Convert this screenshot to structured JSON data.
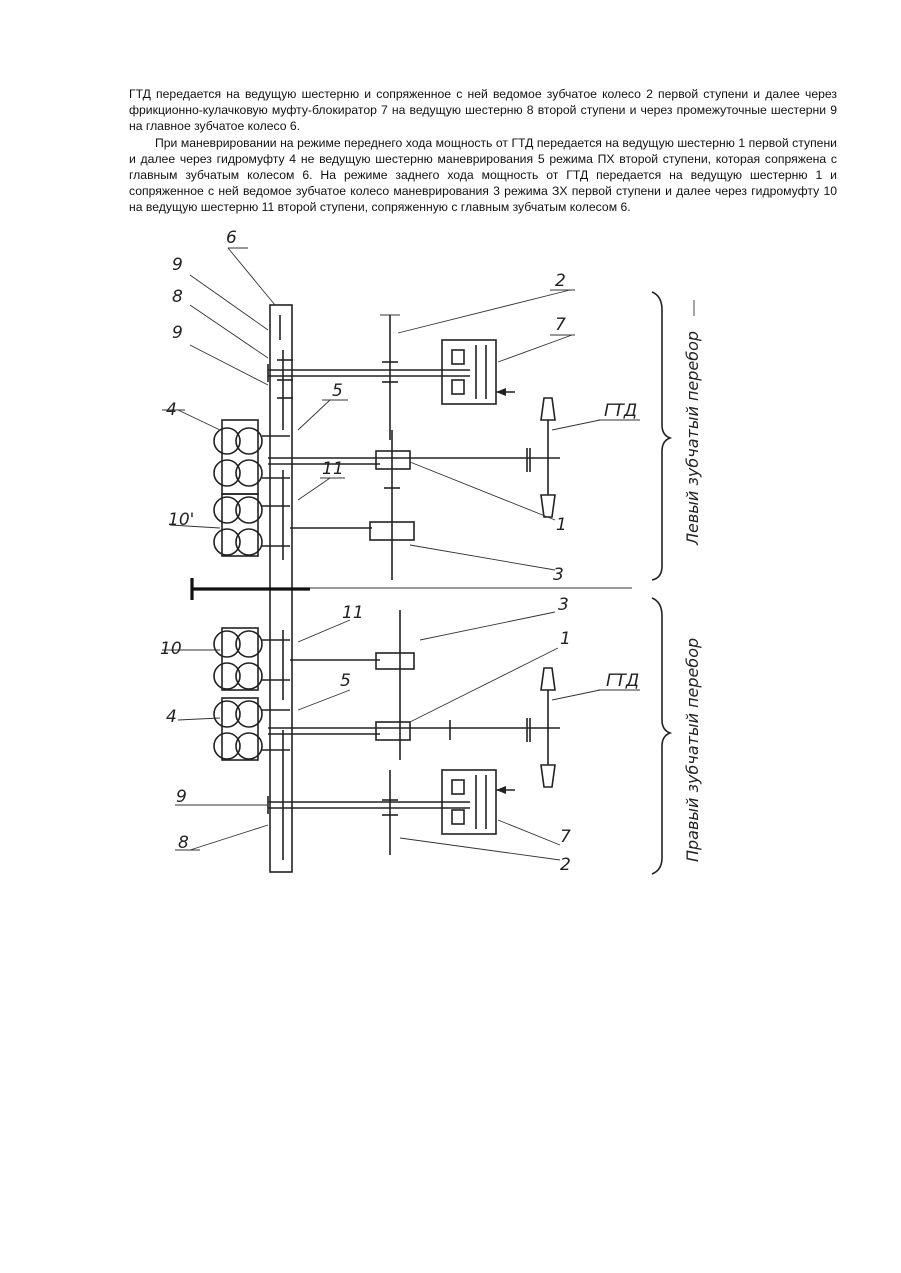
{
  "document": {
    "paragraphs": [
      "ГТД передается на ведущую шестерню и сопряженное с ней ведомое зубчатое колесо 2 первой ступени и далее через фрикционно-кулачковую муфту-блокиратор 7 на ведущую шестерню 8 второй ступени и через промежуточные шестерни 9 на главное зубчатое колесо 6.",
      "При маневрировании на режиме переднего хода мощность от ГТД передается на ведущую шестерню 1 первой ступени и далее через гидромуфту 4 не ведущую шестерню маневрирования 5 режима ПХ второй ступени, которая сопряжена с главным зубчатым колесом 6. На режиме заднего хода мощность от ГТД передается на ведущую шестерню 1 и сопряженное с ней ведомое зубчатое колесо маневрирования 3 режима ЗХ первой ступени и далее через гидромуфту 10 на ведущую шестерню 11 второй ступени, сопряженную с главным зубчатым колесом 6."
    ]
  },
  "diagram": {
    "left_caption": "Левый зубчатый перебор",
    "right_caption": "Правый зубчатый перебор",
    "labels": {
      "n6": "6",
      "n9_top": "9",
      "n8_top": "8",
      "n9_mid": "9",
      "n4_top": "4",
      "n10_top": "10'",
      "n5_top": "5",
      "n11_top": "11",
      "n2_top": "2",
      "n7_top": "7",
      "gtd_top": "ГТД",
      "n1_top": "1",
      "n3_top": "3",
      "n10_bot": "10",
      "n11_bot": "11",
      "n3_bot": "3",
      "n1_bot": "1",
      "gtd_bot": "ГТД",
      "n4_bot": "4",
      "n5_bot": "5",
      "n9_bot": "9",
      "n8_bot": "8",
      "n7_bot": "7",
      "n2_bot": "2"
    }
  }
}
